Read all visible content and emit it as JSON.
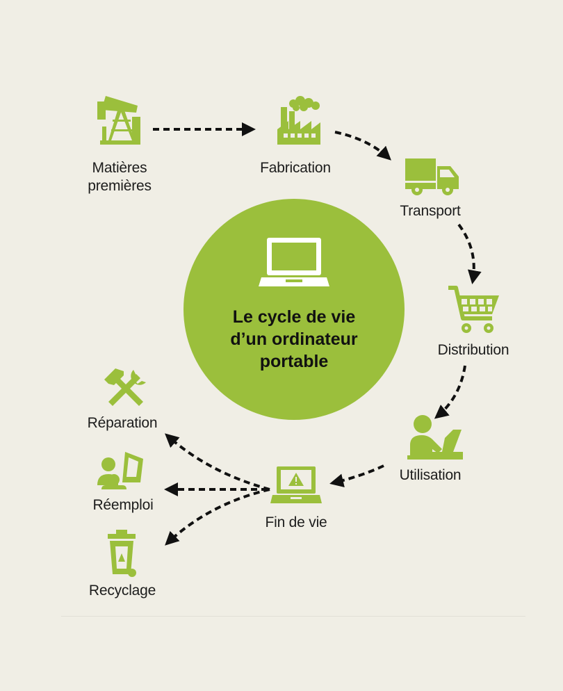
{
  "colors": {
    "accent": "#9bbf3c",
    "background": "#f0eee5",
    "arrow": "#111111"
  },
  "center": {
    "icon": "laptop-icon",
    "title_lines": [
      "Le cycle de vie",
      "d’un ordinateur",
      "portable"
    ]
  },
  "stages": [
    {
      "id": "matieres",
      "icon": "oil-pump-icon",
      "label_lines": [
        "Matières",
        "premières"
      ]
    },
    {
      "id": "fabrication",
      "icon": "factory-icon",
      "label_lines": [
        "Fabrication"
      ]
    },
    {
      "id": "transport",
      "icon": "truck-icon",
      "label_lines": [
        "Transport"
      ]
    },
    {
      "id": "distribution",
      "icon": "shopping-cart-icon",
      "label_lines": [
        "Distribution"
      ]
    },
    {
      "id": "utilisation",
      "icon": "person-laptop-icon",
      "label_lines": [
        "Utilisation"
      ]
    },
    {
      "id": "fin-de-vie",
      "icon": "laptop-warning-icon",
      "label_lines": [
        "Fin de vie"
      ]
    },
    {
      "id": "reparation",
      "icon": "tools-icon",
      "label_lines": [
        "Réparation"
      ]
    },
    {
      "id": "reemploi",
      "icon": "people-reuse-icon",
      "label_lines": [
        "Réemploi"
      ]
    },
    {
      "id": "recyclage",
      "icon": "recycle-bin-icon",
      "label_lines": [
        "Recyclage"
      ]
    }
  ]
}
